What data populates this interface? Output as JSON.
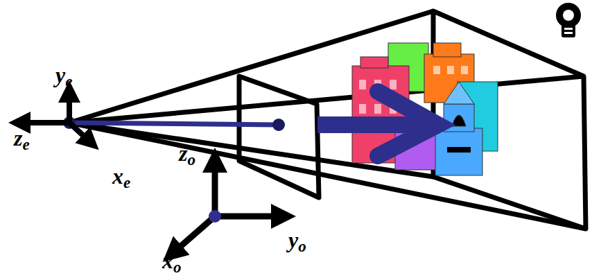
{
  "diagram": {
    "labels": [
      "ye",
      "ze",
      "xe",
      "zo",
      "yo",
      "xo"
    ]
  }
}
